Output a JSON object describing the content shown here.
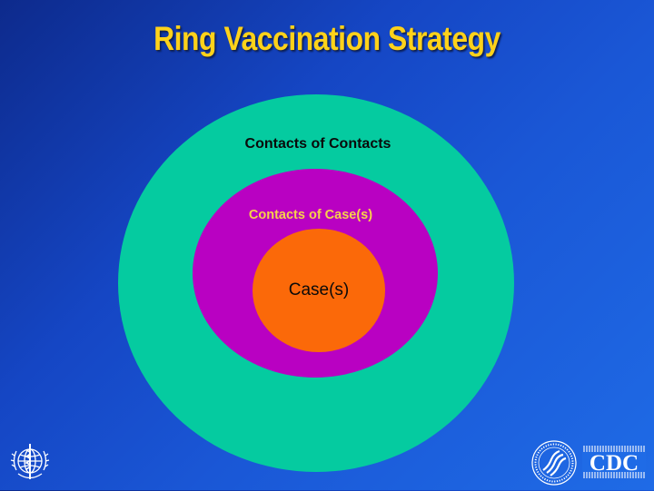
{
  "slide": {
    "title": "Ring Vaccination Strategy"
  },
  "diagram": {
    "rings": [
      {
        "id": "outer",
        "label": "Contacts of Contacts",
        "color": "#05cba0"
      },
      {
        "id": "middle",
        "label": "Contacts of Case(s)",
        "color": "#b901c2"
      },
      {
        "id": "inner",
        "label": "Case(s)",
        "color": "#fb6909"
      }
    ]
  },
  "logos": {
    "left": {
      "name": "who-emblem-icon"
    },
    "right_seal": {
      "name": "hhs-seal-icon"
    },
    "right": {
      "name": "cdc-logo",
      "text": "CDC"
    }
  },
  "colors": {
    "background_dark": "#0d2a8c",
    "background_light": "#1f6be6",
    "title": "#ffd21a"
  }
}
